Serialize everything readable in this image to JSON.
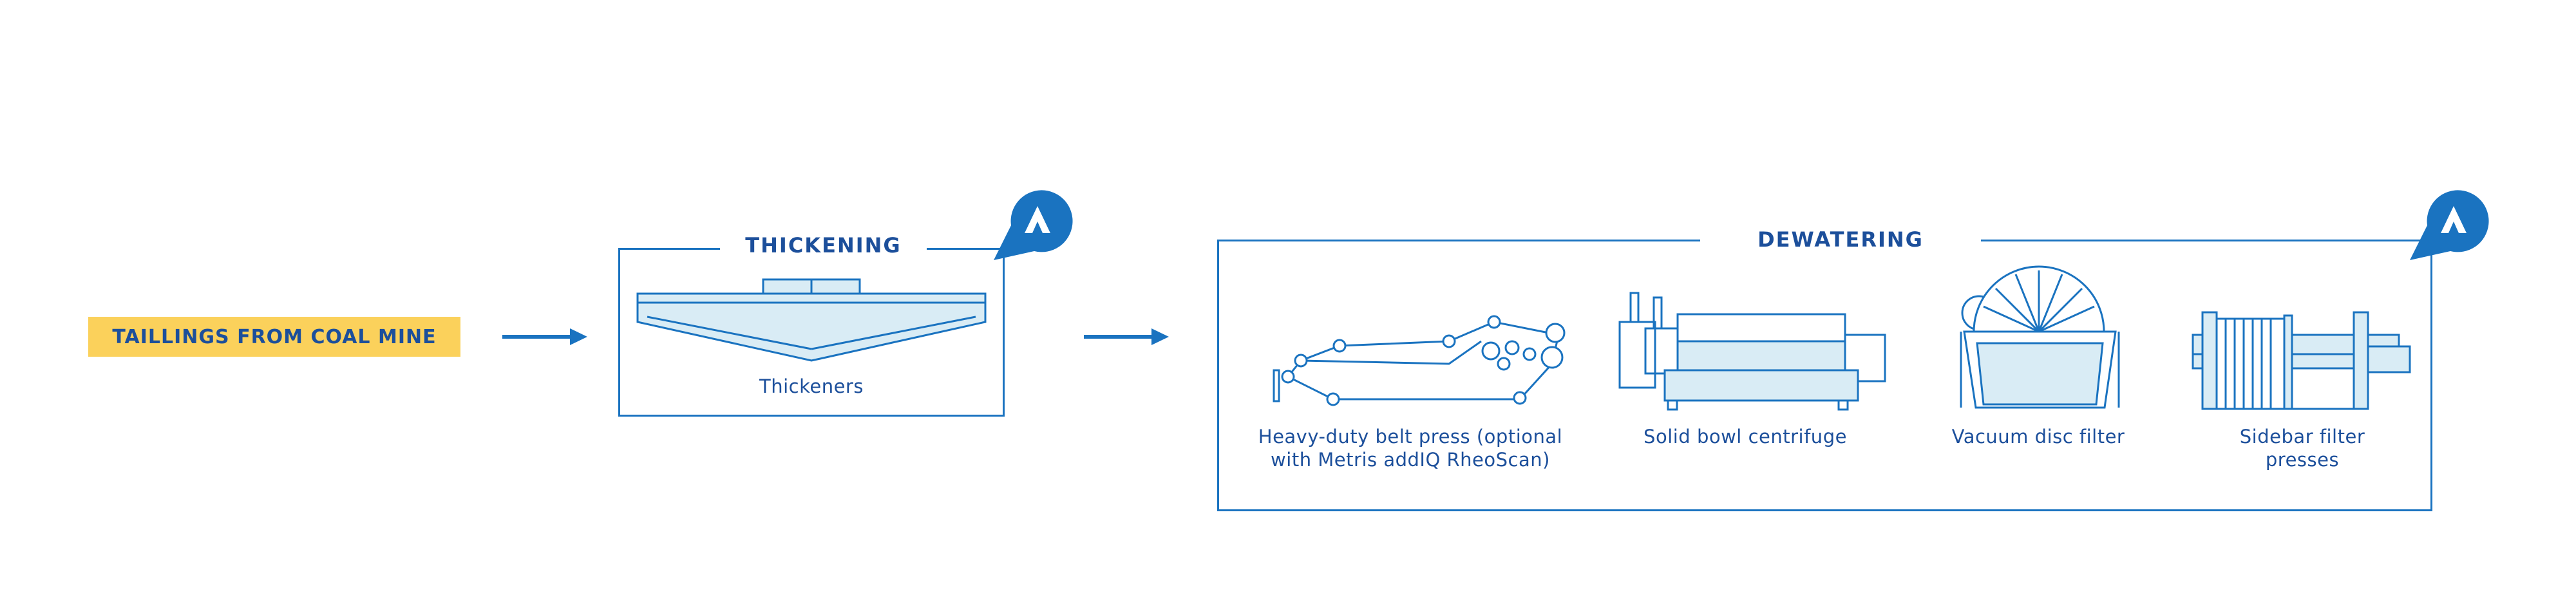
{
  "source": {
    "label": "TAILLINGS FROM COAL MINE"
  },
  "thickening": {
    "title": "THICKENING",
    "items": [
      {
        "caption": "Thickeners"
      }
    ]
  },
  "dewatering": {
    "title": "DEWATERING",
    "items": [
      {
        "caption": "Heavy-duty belt press (optional with Metris addIQ RheoScan)"
      },
      {
        "caption": "Solid bowl centrifuge"
      },
      {
        "caption": "Vacuum disc filter"
      },
      {
        "caption": "Sidebar filter presses"
      }
    ]
  },
  "colors": {
    "primary": "#1c4f9b",
    "line": "#1a73c0",
    "fill": "#d9ecf5",
    "badge": "#fbd15b",
    "accent": "#1a73c0"
  }
}
